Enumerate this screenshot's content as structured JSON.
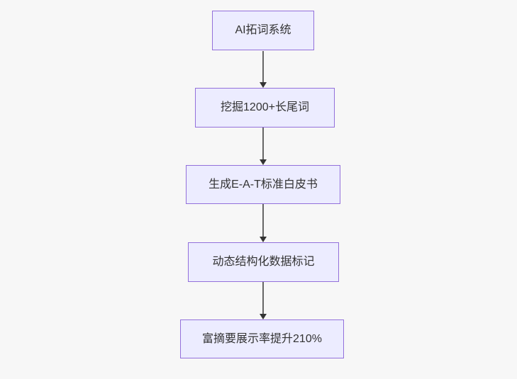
{
  "diagram": {
    "type": "flowchart",
    "direction": "top-down",
    "nodes": [
      {
        "id": "node-1",
        "label": "AI拓词系统"
      },
      {
        "id": "node-2",
        "label": "挖掘1200+长尾词"
      },
      {
        "id": "node-3",
        "label": "生成E-A-T标准白皮书"
      },
      {
        "id": "node-4",
        "label": "动态结构化数据标记"
      },
      {
        "id": "node-5",
        "label": "富摘要展示率提升210%"
      }
    ],
    "edges": [
      {
        "from": "node-1",
        "to": "node-2"
      },
      {
        "from": "node-2",
        "to": "node-3"
      },
      {
        "from": "node-3",
        "to": "node-4"
      },
      {
        "from": "node-4",
        "to": "node-5"
      }
    ]
  },
  "colors": {
    "canvas_bg": "#f7f7f7",
    "node_fill": "#ececff",
    "node_border": "#9370db",
    "node_text": "#333333",
    "edge_line": "#666666",
    "edge_arrowhead": "#333333"
  }
}
